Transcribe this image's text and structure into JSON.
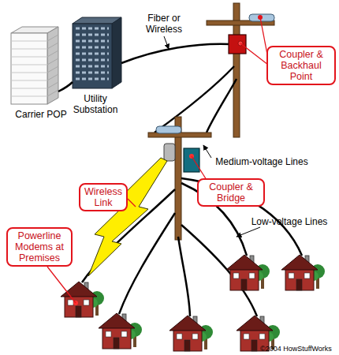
{
  "diagram": {
    "nodes": [
      {
        "text": [
          "Coupler & Backhaul Point"
        ]
      },
      {
        "text": [
          "Coupler & Bridge"
        ]
      },
      {
        "text": [
          "Wireless Link"
        ]
      },
      {
        "text": [
          "Powerline Modems at Premises"
        ]
      }
    ],
    "labels": [
      "Carrier POP",
      "Utility Substation",
      "Fiber or Wireless",
      "Medium-voltage Lines",
      "Low-voltage Lines",
      "©2004 HowStuffWorks"
    ]
  }
}
